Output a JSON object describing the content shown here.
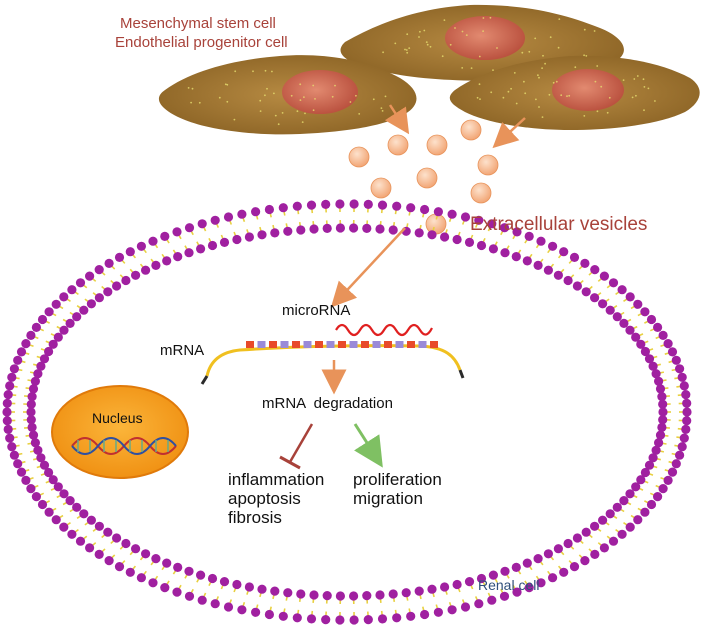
{
  "source_cells": {
    "line1": "Mesenchymal stem cell",
    "line2": "Endothelial progenitor cell"
  },
  "vesicles": {
    "label": "Extracellular vesicles"
  },
  "microrna": {
    "label": "microRNA"
  },
  "mrna": {
    "label": "mRNA"
  },
  "degradation": {
    "label": "mRNA  degradation"
  },
  "nucleus": {
    "label": "Nucleus"
  },
  "inhibited": {
    "line1": "inflammation",
    "line2": "apoptosis",
    "line3": "fibrosis"
  },
  "promoted": {
    "line1": "proliferation",
    "line2": "migration"
  },
  "renal_cell": {
    "label": "Renal cell"
  },
  "colors": {
    "cell_body": "#a07830",
    "cell_nucleus": "#c8604a",
    "vesicle": "#f6b98a",
    "arrow_orange": "#e8935a",
    "membrane_head": "#a020a0",
    "membrane_tail": "#e8d040",
    "nucleus_fill": "#f7a21b",
    "inhibit_arrow": "#a8423a",
    "promote_arrow": "#7fc063"
  }
}
